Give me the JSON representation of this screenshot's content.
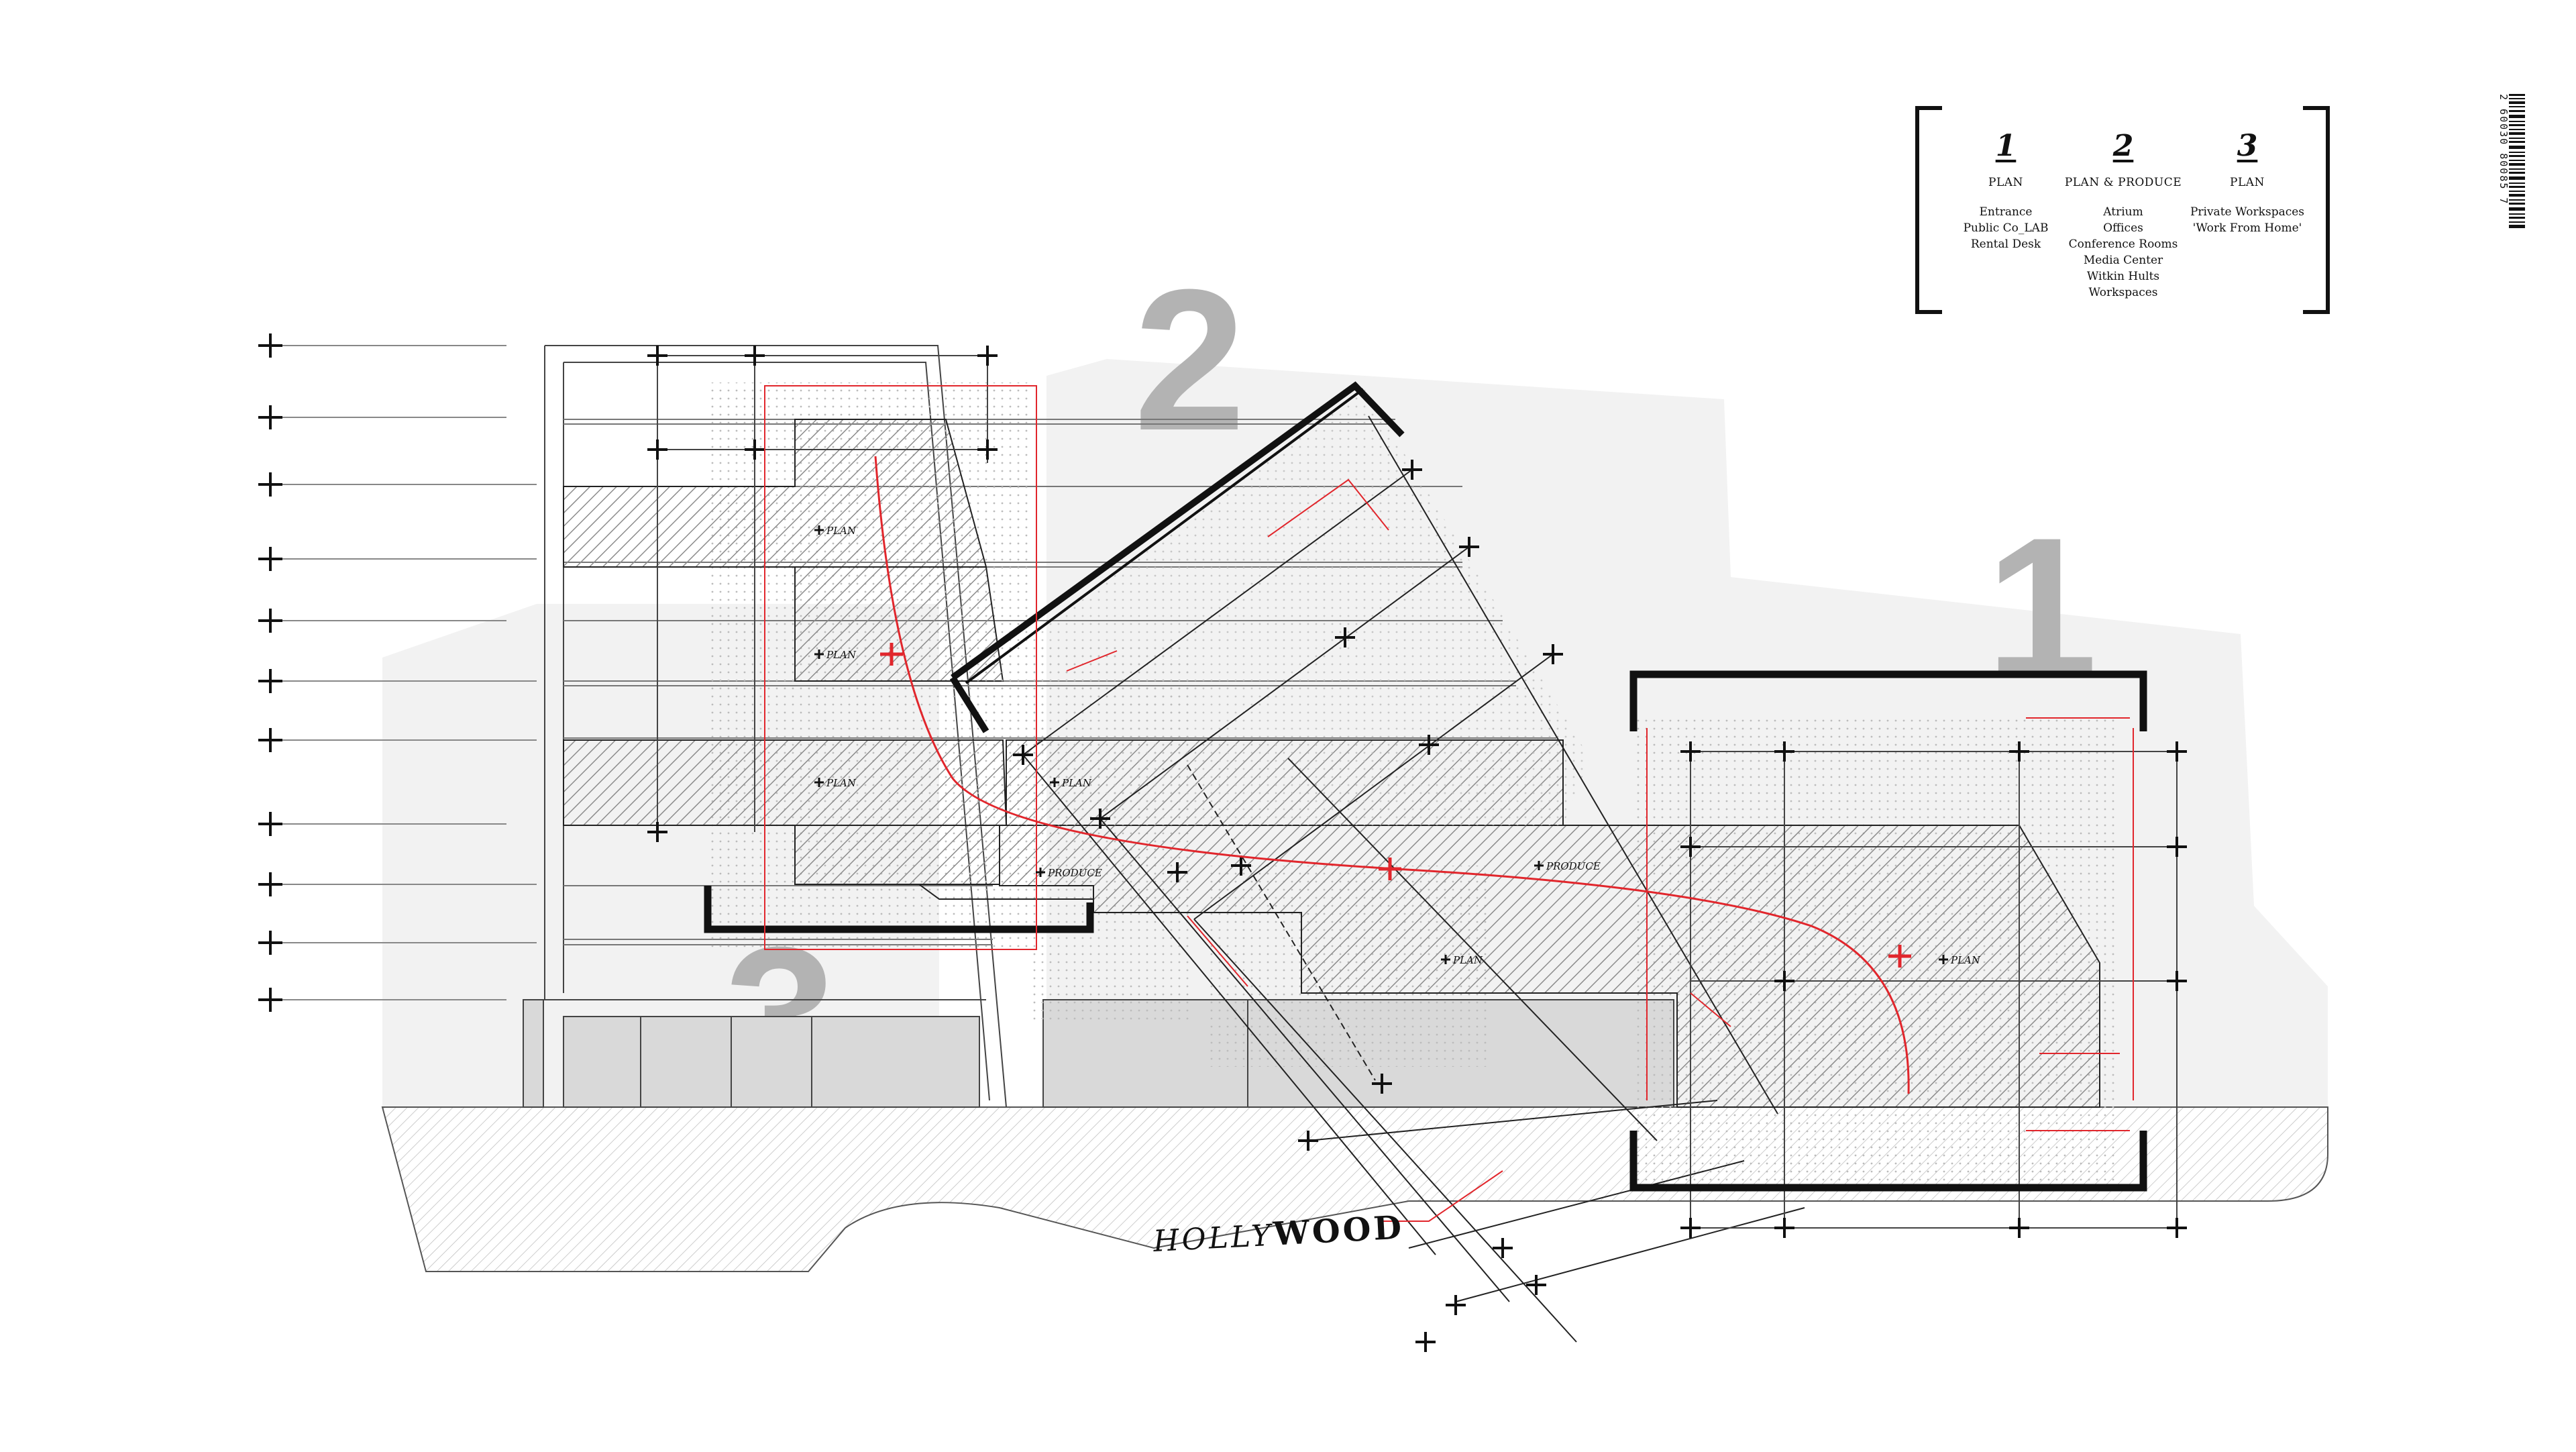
{
  "legend": {
    "columns": [
      {
        "number": "1",
        "heading": "PLAN",
        "items": [
          "Entrance",
          "Public Co_LAB",
          "Rental Desk"
        ]
      },
      {
        "number": "2",
        "heading": "PLAN & PRODUCE",
        "items": [
          "Atrium",
          "Offices",
          "Conference Rooms",
          "Media Center",
          "Witkin Hults",
          "Workspaces"
        ]
      },
      {
        "number": "3",
        "heading": "PLAN",
        "items": [
          "Private Workspaces",
          "'Work From Home'"
        ]
      }
    ]
  },
  "barcode_text": "2 60030 80085 7",
  "zone_numbers": [
    "1",
    "2",
    "3"
  ],
  "street_name": {
    "light": "HOLLY",
    "bold": "WOOD"
  },
  "zone_labels": {
    "plan": "PLAN",
    "produce": "PRODUCE"
  },
  "colors": {
    "line": "#111111",
    "accent_red": "#e1262c",
    "ground": "#f2f2f2",
    "hatch": "#9a9a9a",
    "big_number": "#b3b3b3"
  }
}
